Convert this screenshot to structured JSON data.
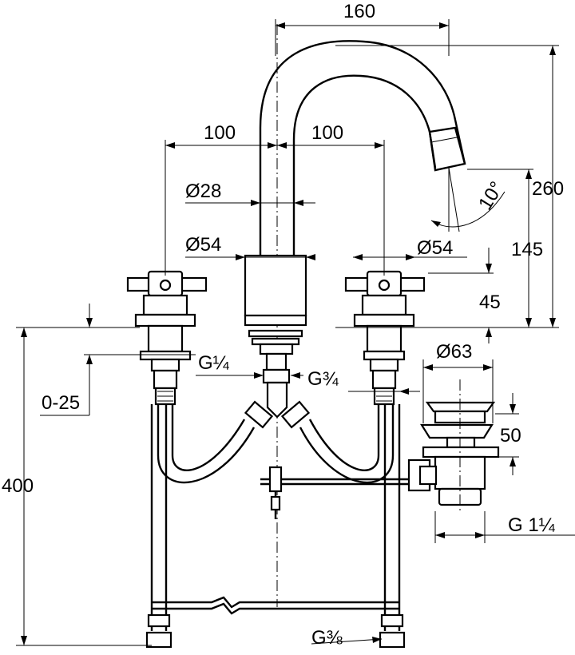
{
  "dimensions": {
    "spout_reach": "160",
    "left_spacing": "100",
    "right_spacing": "100",
    "spout_diameter": "Ø28",
    "spout_base_diameter": "Ø54",
    "handle_base_diameter": "Ø54",
    "total_height": "260",
    "spout_outlet_height": "145",
    "handle_height": "45",
    "spout_angle": "10°",
    "drain_diameter": "Ø63",
    "drain_height": "50",
    "drain_thread": "G 1¼",
    "inlet_thread_g14": "G¼",
    "inlet_thread_g34": "G¾",
    "hose_thread": "G⅜",
    "adjust_range": "0-25",
    "hose_length": "400"
  }
}
